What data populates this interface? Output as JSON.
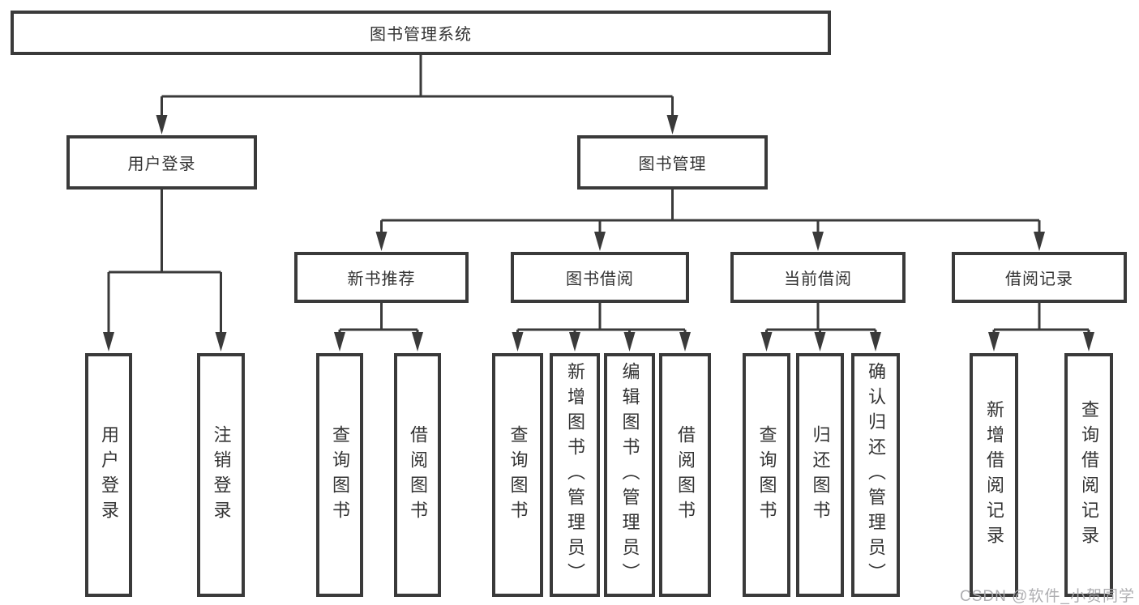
{
  "diagram": {
    "root": {
      "label": "图书管理系统"
    },
    "branches": [
      {
        "label": "用户登录",
        "leaves": [
          "用户登录",
          "注销登录"
        ]
      },
      {
        "label": "图书管理",
        "groups": [
          {
            "label": "新书推荐",
            "leaves": [
              "查询图书",
              "借阅图书"
            ]
          },
          {
            "label": "图书借阅",
            "leaves": [
              "查询图书",
              "新增图书（管理员）",
              "编辑图书（管理员）",
              "借阅图书"
            ]
          },
          {
            "label": "当前借阅",
            "leaves": [
              "查询图书",
              "归还图书",
              "确认归还（管理员）"
            ]
          },
          {
            "label": "借阅记录",
            "leaves": [
              "新增借阅记录",
              "查询借阅记录"
            ]
          }
        ]
      }
    ]
  },
  "watermark": {
    "text": "CSDN @软件_小贺同学"
  },
  "colors": {
    "line": "#3a3a3a",
    "text": "#333333",
    "box_background": "#ffffff",
    "watermark": "#aaaaad",
    "background": "#ffffff"
  }
}
